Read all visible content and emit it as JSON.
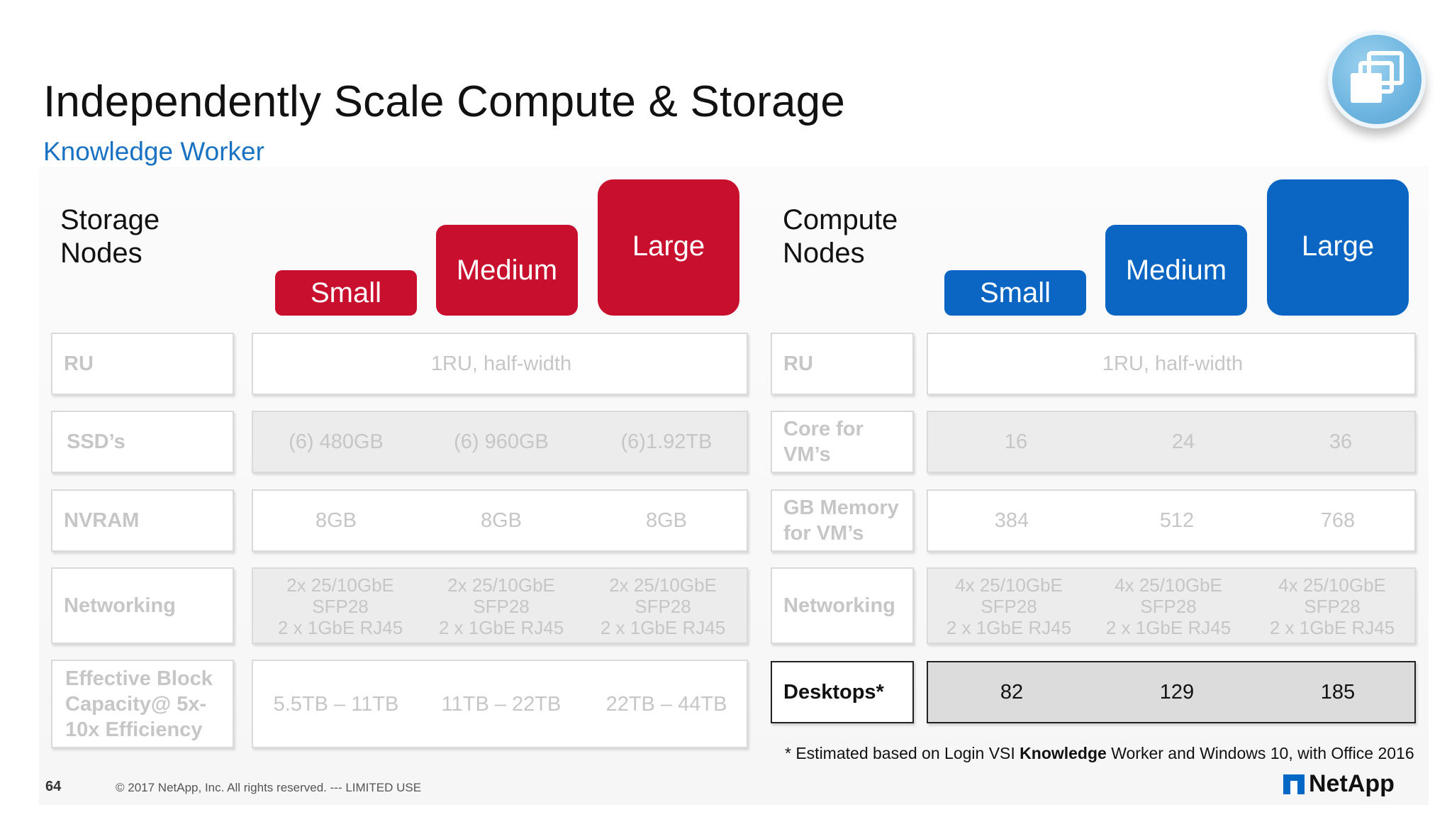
{
  "title": "Independently Scale Compute & Storage",
  "subtitle": "Knowledge Worker",
  "storage": {
    "heading_line1": "Storage",
    "heading_line2": "Nodes",
    "sizes": [
      "Small",
      "Medium",
      "Large"
    ],
    "rows": {
      "ru": {
        "label": "RU",
        "value": "1RU, half-width"
      },
      "ssd": {
        "label": "SSD’s",
        "values": [
          "(6) 480GB",
          "(6) 960GB",
          "(6)1.92TB"
        ]
      },
      "nvram": {
        "label": "NVRAM",
        "values": [
          "8GB",
          "8GB",
          "8GB"
        ]
      },
      "networking": {
        "label": "Networking",
        "line1": "2x 25/10GbE",
        "line2": "SFP28",
        "line3": "2 x 1GbE RJ45"
      },
      "capacity": {
        "label_line1": "Effective Block",
        "label_line2": "Capacity@ 5x-",
        "label_line3": "10x Efficiency",
        "values": [
          "5.5TB – 11TB",
          "11TB – 22TB",
          "22TB – 44TB"
        ]
      }
    }
  },
  "compute": {
    "heading_line1": "Compute",
    "heading_line2": "Nodes",
    "sizes": [
      "Small",
      "Medium",
      "Large"
    ],
    "rows": {
      "ru": {
        "label": "RU",
        "value": "1RU, half-width"
      },
      "cores": {
        "label_line1": "Core for",
        "label_line2": "VM’s",
        "values": [
          "16",
          "24",
          "36"
        ]
      },
      "memory": {
        "label_line1": "GB Memory",
        "label_line2": "for VM’s",
        "values": [
          "384",
          "512",
          "768"
        ]
      },
      "networking": {
        "label": "Networking",
        "line1": "4x 25/10GbE",
        "line2": "SFP28",
        "line3": "2 x 1GbE RJ45"
      },
      "desktops": {
        "label": "Desktops*",
        "values": [
          "82",
          "129",
          "185"
        ]
      }
    }
  },
  "footnote": {
    "prefix": "* Estimated based on Login VSI ",
    "bold": "Knowledge",
    "suffix": " Worker and Windows 10, with Office 2016"
  },
  "footer": {
    "page_number": "64",
    "copyright": "© 2017 NetApp, Inc. All rights reserved.   ---  LIMITED USE",
    "brand": "NetApp"
  },
  "colors": {
    "storage_accent": "#c8102e",
    "compute_accent": "#0a66c2",
    "subtitle": "#1a72c2"
  },
  "icons": {
    "badge": "copy-windows-icon",
    "brand_mark": "netapp-logo-icon"
  }
}
